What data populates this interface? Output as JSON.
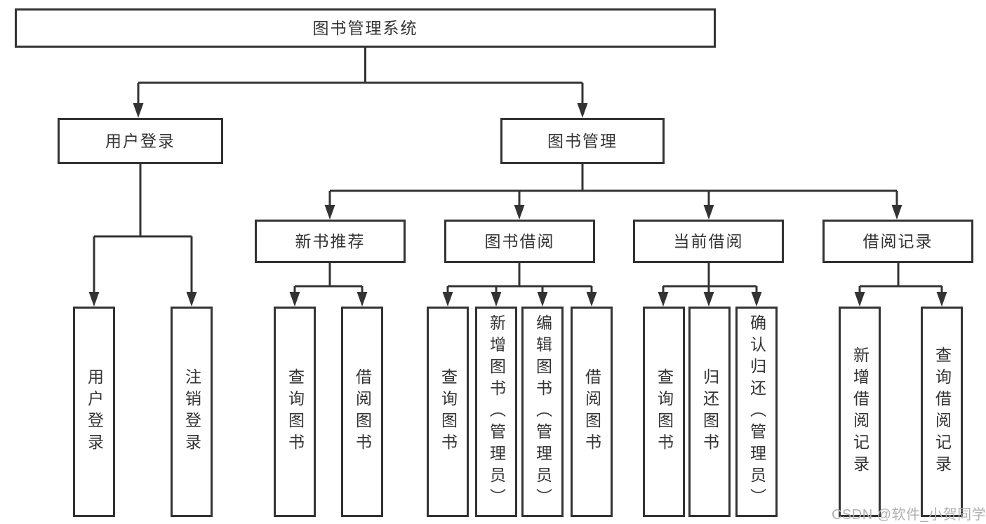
{
  "diagram": {
    "root": {
      "label": "图书管理系统"
    },
    "branches": [
      {
        "label": "用户登录",
        "children": [
          {
            "label": "用户登录"
          },
          {
            "label": "注销登录"
          }
        ]
      },
      {
        "label": "图书管理",
        "groups": [
          {
            "label": "新书推荐",
            "children": [
              {
                "label": "查询图书"
              },
              {
                "label": "借阅图书"
              }
            ]
          },
          {
            "label": "图书借阅",
            "children": [
              {
                "label": "查询图书"
              },
              {
                "label": "新增图书（管理员）"
              },
              {
                "label": "编辑图书（管理员）"
              },
              {
                "label": "借阅图书"
              }
            ]
          },
          {
            "label": "当前借阅",
            "children": [
              {
                "label": "查询图书"
              },
              {
                "label": "归还图书"
              },
              {
                "label": "确认归还（管理员）"
              }
            ]
          },
          {
            "label": "借阅记录",
            "children": [
              {
                "label": "新增借阅记录"
              },
              {
                "label": "查询借阅记录"
              }
            ]
          }
        ]
      }
    ]
  },
  "watermark": {
    "text": "CSDN @软件_小贺同学"
  },
  "colors": {
    "line": "#333333",
    "text": "#333333",
    "background": "#ffffff",
    "watermark": "#b0b0b0"
  }
}
